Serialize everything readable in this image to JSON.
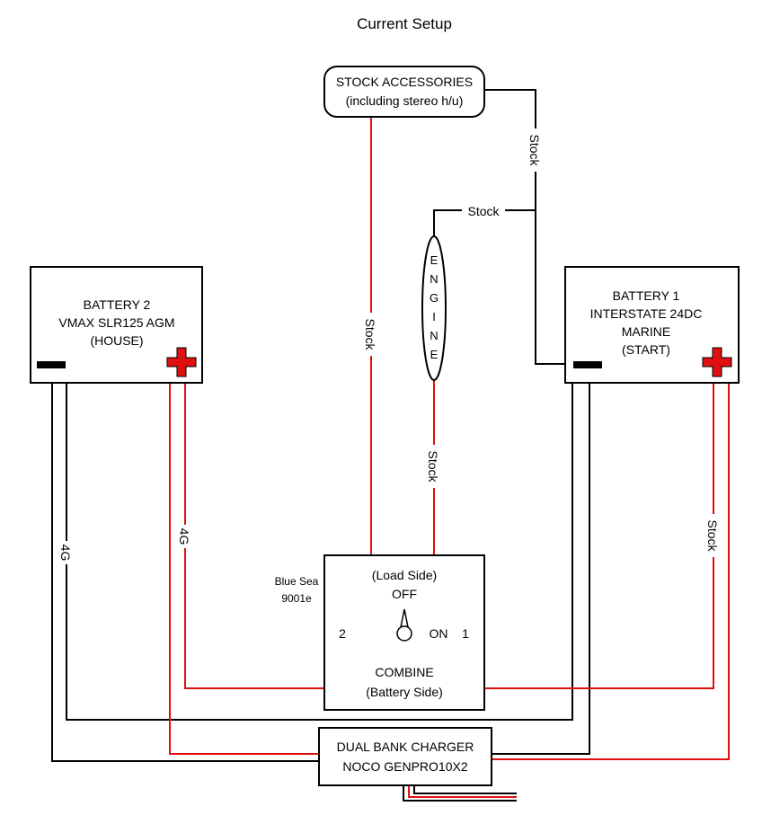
{
  "title": "Current Setup",
  "stock_accessories": {
    "line1": "STOCK ACCESSORIES",
    "line2": "(including stereo h/u)"
  },
  "engine": {
    "letters": [
      "E",
      "N",
      "G",
      "I",
      "N",
      "E"
    ]
  },
  "battery2": {
    "line1": "BATTERY 2",
    "line2": "VMAX SLR125 AGM",
    "line3": "(HOUSE)"
  },
  "battery1": {
    "line1": "BATTERY 1",
    "line2": "INTERSTATE 24DC",
    "line3": "MARINE",
    "line4": "(START)"
  },
  "switch": {
    "brand_line1": "Blue Sea",
    "brand_line2": "9001e",
    "load_side": "(Load Side)",
    "off": "OFF",
    "pos2": "2",
    "on": "ON",
    "pos1": "1",
    "combine": "COMBINE",
    "battery_side": "(Battery Side)"
  },
  "charger": {
    "line1": "DUAL BANK CHARGER",
    "line2": "NOCO GENPRO10X2"
  },
  "wire_labels": {
    "stock_top_right": "Stock",
    "stock_engine_feed": "Stock",
    "stock_accessories_vertical": "Stock",
    "stock_engine_to_switch": "Stock",
    "stock_battery1_to_switch": "Stock",
    "gauge_battery2_neg": "4G",
    "gauge_battery2_pos": "4G"
  },
  "colors": {
    "positive": "#e01010",
    "negative": "#000000"
  }
}
